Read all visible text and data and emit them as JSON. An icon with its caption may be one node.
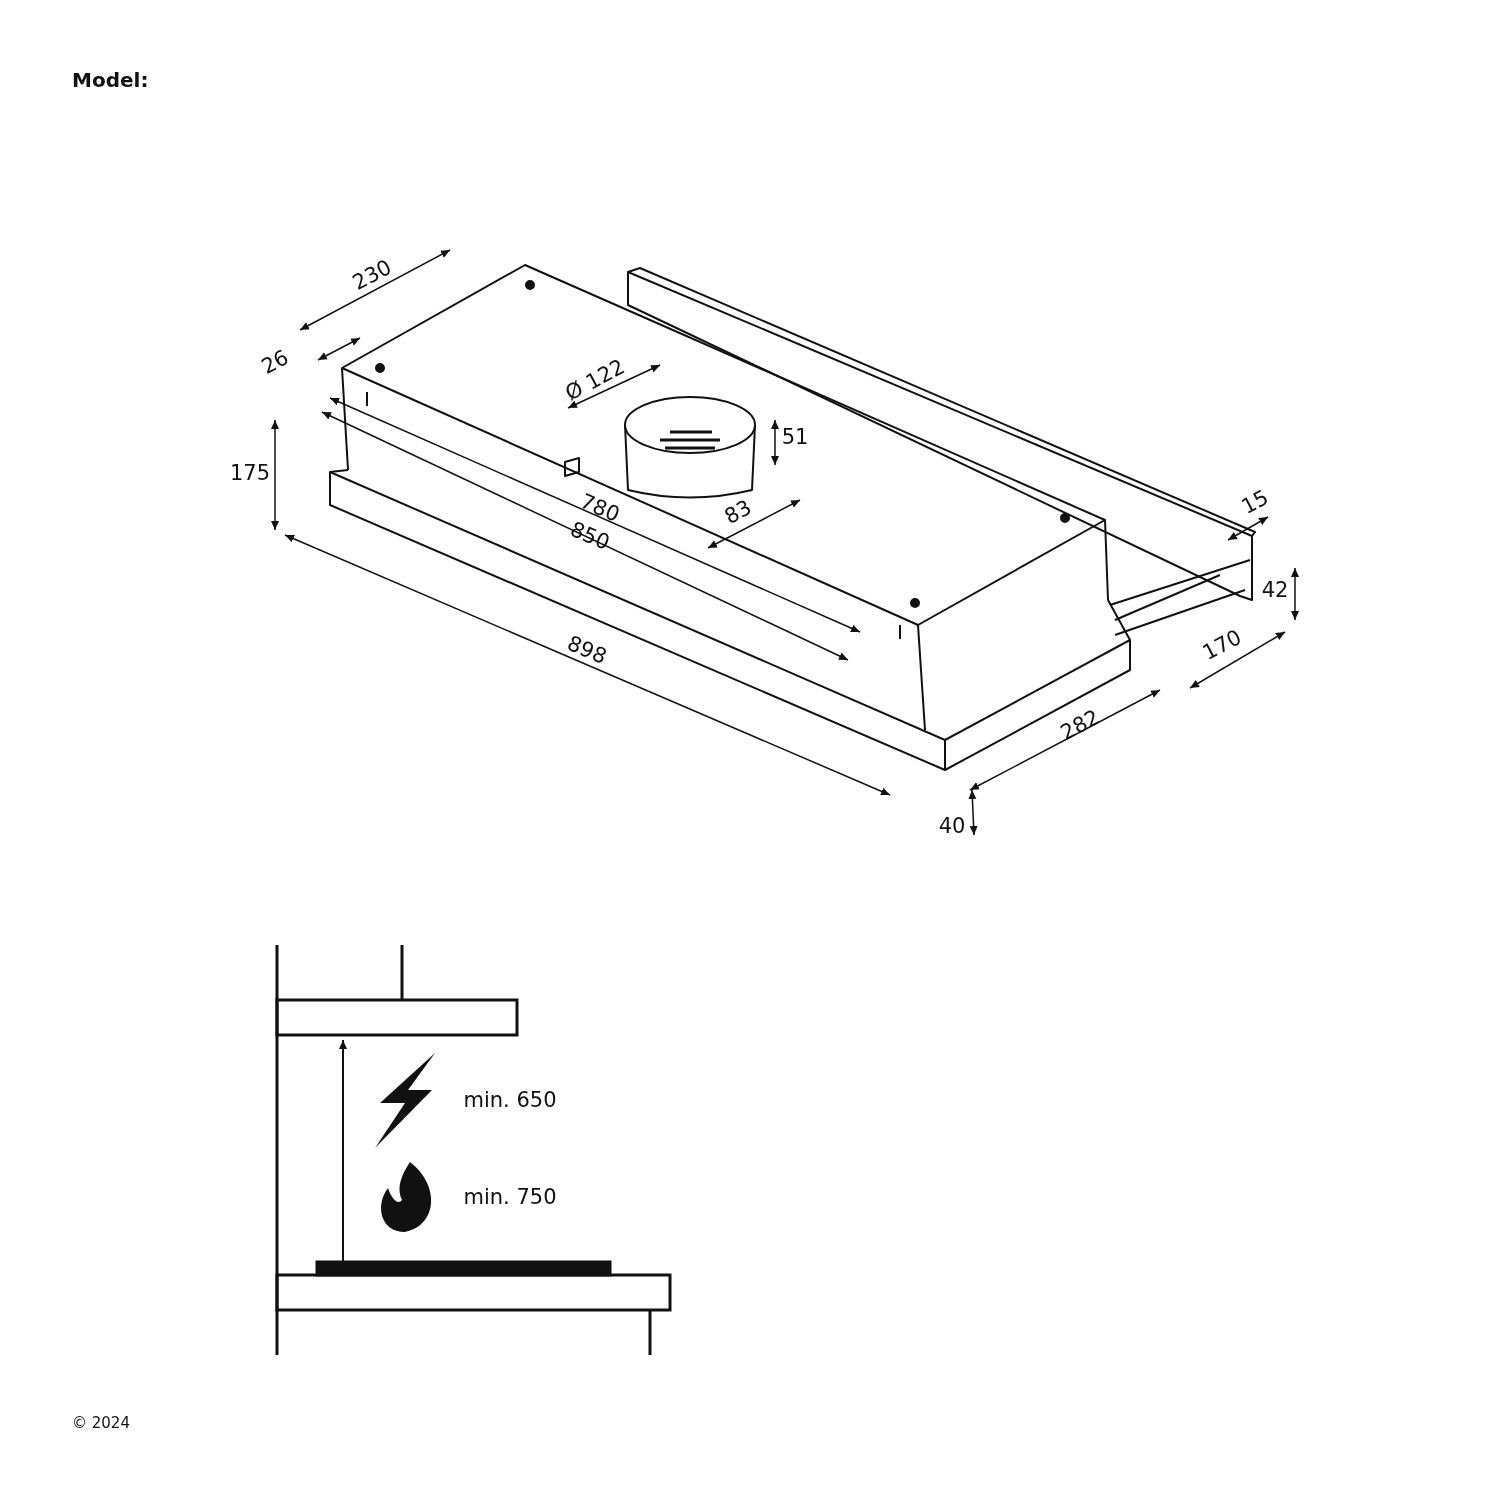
{
  "diagram": {
    "labels": [
      "Model:",
      "230",
      "26",
      "Ø 122",
      "51",
      "175",
      "780",
      "850",
      "83",
      "898",
      "15",
      "42",
      "170",
      "282",
      "40",
      "min. 650",
      "min. 750",
      "© 2024"
    ]
  }
}
